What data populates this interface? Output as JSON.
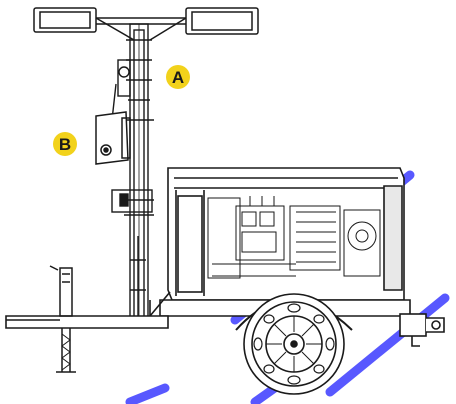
{
  "callouts": [
    {
      "id": "A",
      "label": "A"
    },
    {
      "id": "B",
      "label": "B"
    }
  ],
  "colors": {
    "callout_fill": "#f2d21b",
    "line": "#1a1a1a",
    "watermark": "#3b3bff"
  }
}
